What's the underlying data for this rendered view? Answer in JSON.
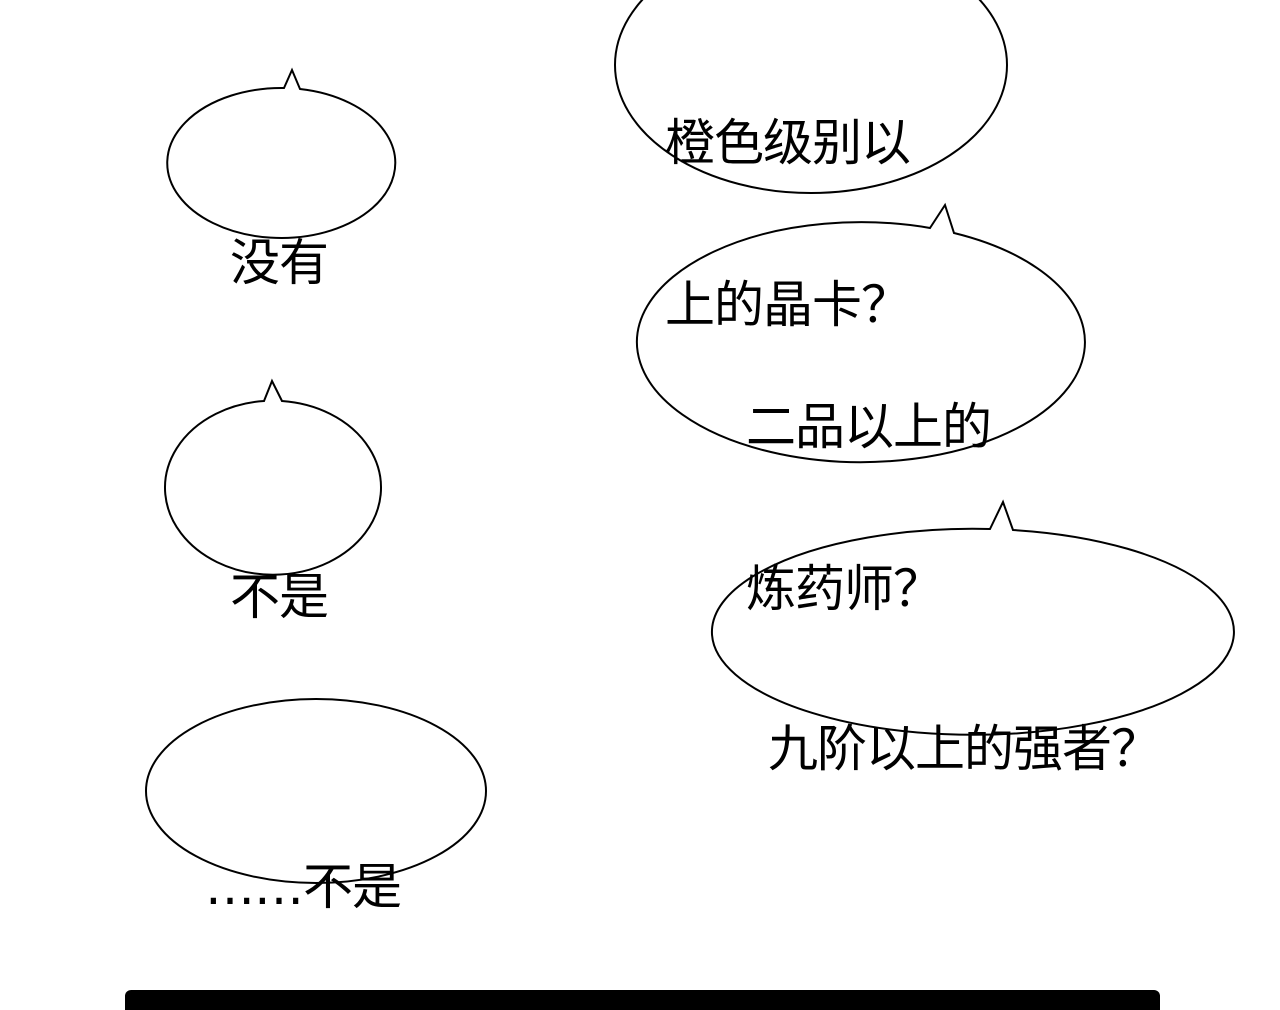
{
  "panel": {
    "background": "#ffffff",
    "stroke_color": "#000000",
    "bubbles": [
      {
        "id": "b1",
        "side": "right",
        "lines": [
          "橙色级别以",
          "上的晶卡？"
        ]
      },
      {
        "id": "b2",
        "side": "left",
        "lines": [
          "没有"
        ]
      },
      {
        "id": "b3",
        "side": "right",
        "lines": [
          "二品以上的",
          "炼药师？"
        ]
      },
      {
        "id": "b4",
        "side": "left",
        "lines": [
          "不是"
        ]
      },
      {
        "id": "b5",
        "side": "right",
        "lines": [
          "九阶以上的强者？"
        ]
      },
      {
        "id": "b6",
        "side": "left",
        "lines": [
          "……不是"
        ]
      }
    ]
  }
}
